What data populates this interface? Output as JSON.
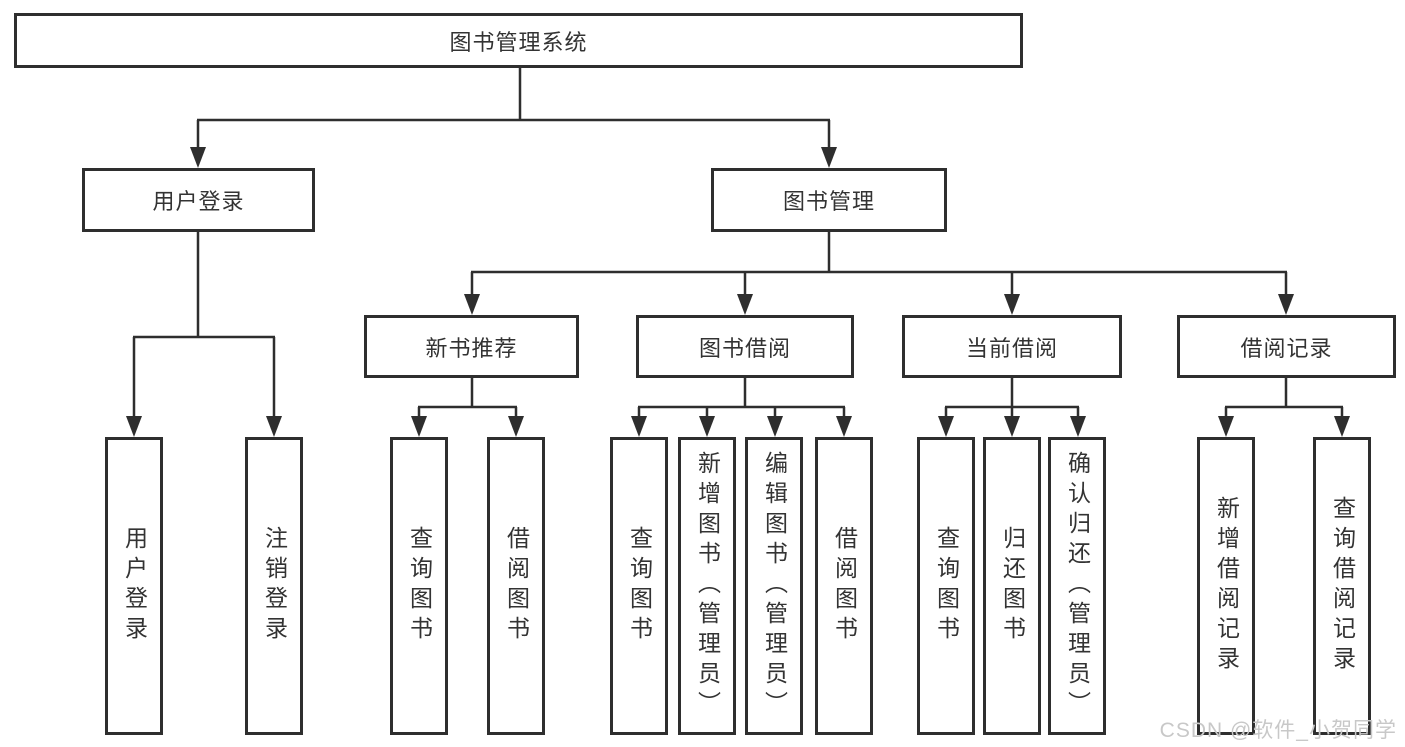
{
  "diagram": {
    "type": "hierarchy-tree",
    "root": {
      "label": "图书管理系统",
      "children": [
        {
          "label": "用户登录",
          "children": [
            {
              "label": "用户登录"
            },
            {
              "label": "注销登录"
            }
          ]
        },
        {
          "label": "图书管理",
          "children": [
            {
              "label": "新书推荐",
              "children": [
                {
                  "label": "查询图书"
                },
                {
                  "label": "借阅图书"
                }
              ]
            },
            {
              "label": "图书借阅",
              "children": [
                {
                  "label": "查询图书"
                },
                {
                  "label": "新增图书（管理员）"
                },
                {
                  "label": "编辑图书（管理员）"
                },
                {
                  "label": "借阅图书"
                }
              ]
            },
            {
              "label": "当前借阅",
              "children": [
                {
                  "label": "查询图书"
                },
                {
                  "label": "归还图书"
                },
                {
                  "label": "确认归还（管理员）"
                }
              ]
            },
            {
              "label": "借阅记录",
              "children": [
                {
                  "label": "新增借阅记录"
                },
                {
                  "label": "查询借阅记录"
                }
              ]
            }
          ]
        }
      ]
    },
    "colors": {
      "line": "#2e2e2e",
      "text": "#333333",
      "background": "#ffffff",
      "watermark": "#c8c8c8"
    }
  },
  "watermark": {
    "text": "CSDN @软件_小贺同学"
  }
}
